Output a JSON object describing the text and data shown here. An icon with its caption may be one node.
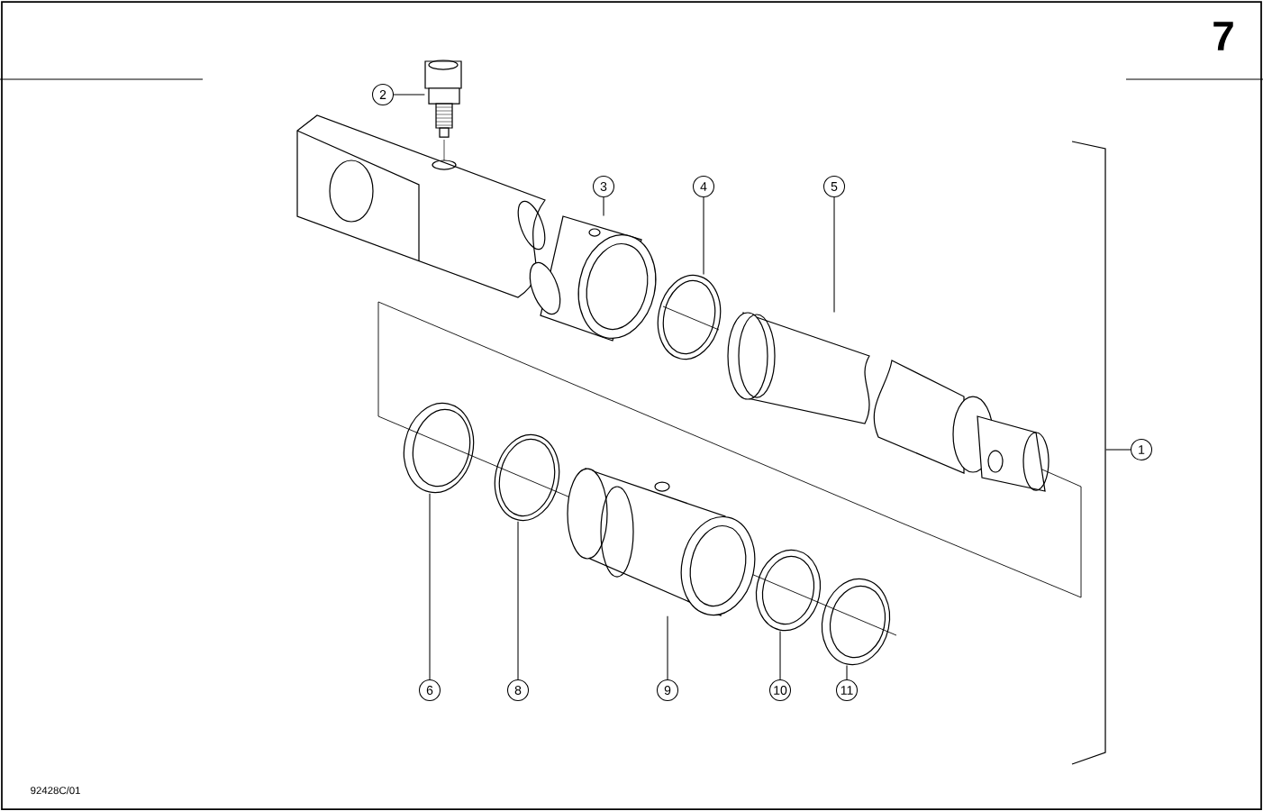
{
  "diagram": {
    "nodes": [
      {
        "text": [
          "2"
        ]
      },
      {
        "text": [
          "3"
        ]
      },
      {
        "text": [
          "4"
        ]
      },
      {
        "text": [
          "5"
        ]
      },
      {
        "text": [
          "1"
        ]
      },
      {
        "text": [
          "6"
        ]
      },
      {
        "text": [
          "8"
        ]
      },
      {
        "text": [
          "9"
        ]
      },
      {
        "text": [
          "10"
        ]
      },
      {
        "text": [
          "11"
        ]
      },
      {
        "text": [],
        "shape": "picture"
      },
      {
        "text": [],
        "shape": "picture"
      },
      {
        "text": [],
        "shape": "picture"
      },
      {
        "text": [],
        "shape": "picture"
      },
      {
        "text": [],
        "shape": "picture"
      },
      {
        "text": [],
        "shape": "picture"
      },
      {
        "text": [],
        "shape": "picture"
      },
      {
        "text": [],
        "shape": "picture"
      },
      {
        "text": [],
        "shape": "picture"
      },
      {
        "text": [],
        "shape": "bracket"
      }
    ],
    "edges": [
      {
        "from": 0,
        "to": 10,
        "arrow": "none"
      },
      {
        "from": 1,
        "to": 11,
        "arrow": "none"
      },
      {
        "from": 2,
        "to": 12,
        "arrow": "none"
      },
      {
        "from": 3,
        "to": 13,
        "arrow": "none"
      },
      {
        "from": 4,
        "to": 19,
        "arrow": "none"
      },
      {
        "from": 5,
        "to": 14,
        "arrow": "none"
      },
      {
        "from": 6,
        "to": 15,
        "arrow": "none"
      },
      {
        "from": 7,
        "to": 16,
        "arrow": "none"
      },
      {
        "from": 8,
        "to": 17,
        "arrow": "none"
      },
      {
        "from": 9,
        "to": 18,
        "arrow": "none"
      }
    ],
    "labels": [
      "7",
      "92428C/01"
    ]
  }
}
